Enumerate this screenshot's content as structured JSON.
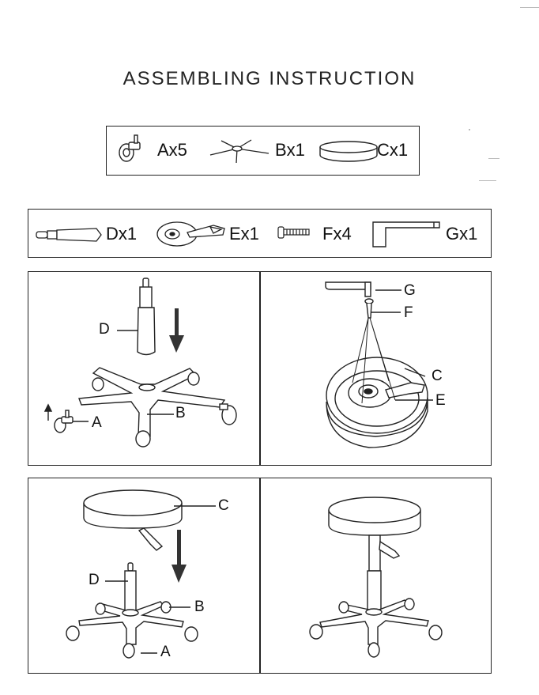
{
  "title": "ASSEMBLING INSTRUCTION",
  "parts_row1": [
    {
      "label": "Ax5",
      "icon": "caster-wheel-icon"
    },
    {
      "label": "Bx1",
      "icon": "star-base-icon"
    },
    {
      "label": "Cx1",
      "icon": "seat-cushion-icon"
    }
  ],
  "parts_row2": [
    {
      "label": "Dx1",
      "icon": "gas-cylinder-icon"
    },
    {
      "label": "Ex1",
      "icon": "seat-plate-icon"
    },
    {
      "label": "Fx4",
      "icon": "screw-icon"
    },
    {
      "label": "Gx1",
      "icon": "allen-wrench-icon"
    }
  ],
  "step1": {
    "labels": [
      "D",
      "B",
      "A"
    ]
  },
  "step2": {
    "labels": [
      "G",
      "F",
      "C",
      "E"
    ]
  },
  "step3": {
    "labels": [
      "C",
      "D",
      "B",
      "A"
    ]
  },
  "colors": {
    "line": "#222222",
    "arrow": "#333333",
    "background": "#ffffff"
  }
}
